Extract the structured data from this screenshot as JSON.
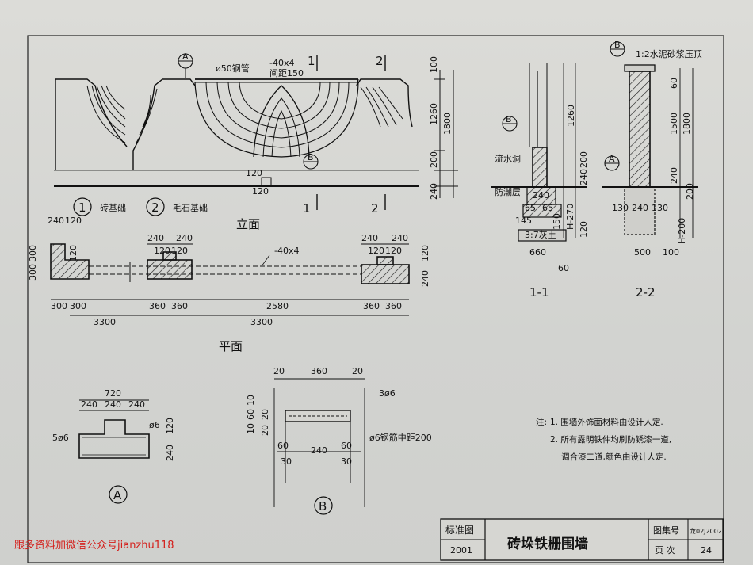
{
  "elevation": {
    "caption": "立面",
    "pipe_label": "ø50钢管",
    "bar_label": "-40x4",
    "spacing_label": "间距150",
    "foundation_1": {
      "num": "1",
      "label": "砖基础"
    },
    "foundation_2": {
      "num": "2",
      "label": "毛石基础"
    },
    "cut_1": "1",
    "cut_2": "2",
    "detail_a": "A",
    "detail_b": "B",
    "detail_a_sub": "",
    "detail_b_sub": "",
    "dim_right": [
      "100",
      "1260",
      "1800",
      "200",
      "240"
    ],
    "dim_small": [
      "120",
      "120"
    ]
  },
  "plan": {
    "caption": "平面",
    "bar_label": "-40x4",
    "top_left": [
      "240",
      "120",
      "120",
      "300",
      "300"
    ],
    "top_mid": [
      "240",
      "240",
      "120",
      "120"
    ],
    "top_right": [
      "240",
      "240",
      "120",
      "120"
    ],
    "right_side": [
      "120",
      "240"
    ],
    "bottom_row1": [
      "300",
      "300",
      "360",
      "360",
      "2580",
      "360",
      "360"
    ],
    "bottom_row2": [
      "3300",
      "3300"
    ]
  },
  "section_1": {
    "caption": "1-1",
    "labels": [
      "流水洞",
      "防潮层",
      "3:7灰土"
    ],
    "dims": [
      "240",
      "65",
      "65",
      "145",
      "150",
      "H-270",
      "120",
      "660",
      "60",
      "1260",
      "200",
      "240"
    ]
  },
  "section_2": {
    "caption": "2-2",
    "top_label": "1:2水泥砂浆压顶",
    "dims": [
      "60",
      "1500",
      "1800",
      "240",
      "200",
      "130",
      "240",
      "130",
      "H-200",
      "500",
      "100"
    ]
  },
  "detail_a": {
    "label": "A",
    "dims": [
      "720",
      "240",
      "240",
      "240",
      "ø6",
      "5ø6",
      "120",
      "240"
    ]
  },
  "detail_b": {
    "label": "B",
    "dims": [
      "20",
      "360",
      "20",
      "3ø6",
      "10",
      "60",
      "10",
      "20",
      "20",
      "ø6钢筋中距200",
      "60",
      "240",
      "60",
      "30",
      "30"
    ]
  },
  "notes": {
    "title": "注:",
    "items": [
      "1. 围墙外饰面材料由设计人定.",
      "2. 所有露明铁件均刷防锈漆一道,",
      "调合漆二道,颜色由设计人定."
    ]
  },
  "title_block": {
    "std_label": "标准图",
    "year": "2001",
    "title": "砖垛铁栅围墙",
    "atlas_label": "图集号",
    "atlas_no": "龙02J2002",
    "page_label": "页 次",
    "page_no": "24"
  },
  "watermark": "跟多资料加微信公众号jianzhu118"
}
